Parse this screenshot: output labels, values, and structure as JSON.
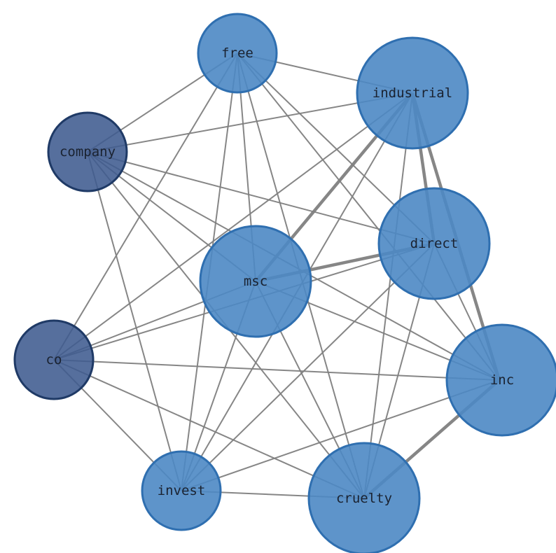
{
  "colors": {
    "node_fill": "#4c88c4",
    "node_stroke": "#2f6fb0",
    "node_fill_dark": "#3f5b8f",
    "node_stroke_dark": "#1f3a66",
    "edge": "#808080",
    "label": "#1a2230"
  },
  "nodes": [
    {
      "id": "free",
      "label": "free",
      "dark": false
    },
    {
      "id": "industrial",
      "label": "industrial",
      "dark": false
    },
    {
      "id": "company",
      "label": "company",
      "dark": true
    },
    {
      "id": "direct",
      "label": "direct",
      "dark": false
    },
    {
      "id": "msc",
      "label": "msc",
      "dark": false
    },
    {
      "id": "co",
      "label": "co",
      "dark": true
    },
    {
      "id": "inc",
      "label": "inc",
      "dark": false
    },
    {
      "id": "invest",
      "label": "invest",
      "dark": false
    },
    {
      "id": "cruelty",
      "label": "cruelty",
      "dark": false
    }
  ],
  "edges": [
    {
      "source": "free",
      "target": "industrial",
      "weight": 1
    },
    {
      "source": "free",
      "target": "company",
      "weight": 1
    },
    {
      "source": "free",
      "target": "direct",
      "weight": 1
    },
    {
      "source": "free",
      "target": "msc",
      "weight": 1
    },
    {
      "source": "free",
      "target": "co",
      "weight": 1
    },
    {
      "source": "free",
      "target": "inc",
      "weight": 1
    },
    {
      "source": "free",
      "target": "invest",
      "weight": 1
    },
    {
      "source": "free",
      "target": "cruelty",
      "weight": 1
    },
    {
      "source": "industrial",
      "target": "company",
      "weight": 1
    },
    {
      "source": "industrial",
      "target": "direct",
      "weight": 2
    },
    {
      "source": "industrial",
      "target": "msc",
      "weight": 2
    },
    {
      "source": "industrial",
      "target": "co",
      "weight": 1
    },
    {
      "source": "industrial",
      "target": "inc",
      "weight": 2
    },
    {
      "source": "industrial",
      "target": "invest",
      "weight": 1
    },
    {
      "source": "industrial",
      "target": "cruelty",
      "weight": 1
    },
    {
      "source": "company",
      "target": "direct",
      "weight": 1
    },
    {
      "source": "company",
      "target": "msc",
      "weight": 1
    },
    {
      "source": "company",
      "target": "inc",
      "weight": 1
    },
    {
      "source": "company",
      "target": "invest",
      "weight": 1
    },
    {
      "source": "company",
      "target": "cruelty",
      "weight": 1
    },
    {
      "source": "direct",
      "target": "msc",
      "weight": 2
    },
    {
      "source": "direct",
      "target": "co",
      "weight": 1
    },
    {
      "source": "direct",
      "target": "inc",
      "weight": 1
    },
    {
      "source": "direct",
      "target": "invest",
      "weight": 1
    },
    {
      "source": "direct",
      "target": "cruelty",
      "weight": 1
    },
    {
      "source": "msc",
      "target": "co",
      "weight": 1
    },
    {
      "source": "msc",
      "target": "inc",
      "weight": 1
    },
    {
      "source": "msc",
      "target": "invest",
      "weight": 1
    },
    {
      "source": "msc",
      "target": "cruelty",
      "weight": 1
    },
    {
      "source": "co",
      "target": "inc",
      "weight": 1
    },
    {
      "source": "co",
      "target": "invest",
      "weight": 1
    },
    {
      "source": "co",
      "target": "cruelty",
      "weight": 1
    },
    {
      "source": "inc",
      "target": "invest",
      "weight": 1
    },
    {
      "source": "inc",
      "target": "cruelty",
      "weight": 2
    },
    {
      "source": "invest",
      "target": "cruelty",
      "weight": 1
    }
  ]
}
